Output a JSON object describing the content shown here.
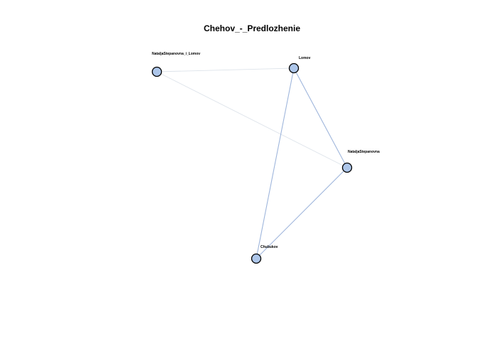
{
  "title": "Chehov_-_Predlozhenie",
  "colors": {
    "node_fill": "#adc6ea",
    "node_stroke": "#000000",
    "edge_light": "#dde3ea",
    "edge_dark": "#9fb6dc",
    "background": "#ffffff"
  },
  "nodes": [
    {
      "id": "natalja_lomov",
      "label": "NataljaStepanovna_i_Lomov"
    },
    {
      "id": "lomov",
      "label": "Lomov"
    },
    {
      "id": "natalja",
      "label": "NataljaStepanovna"
    },
    {
      "id": "chubukov",
      "label": "Chubukov"
    }
  ],
  "edges": [
    {
      "source": "natalja_lomov",
      "target": "lomov",
      "weight": "light"
    },
    {
      "source": "natalja_lomov",
      "target": "natalja",
      "weight": "light"
    },
    {
      "source": "lomov",
      "target": "natalja",
      "weight": "dark"
    },
    {
      "source": "lomov",
      "target": "chubukov",
      "weight": "dark"
    },
    {
      "source": "natalja",
      "target": "chubukov",
      "weight": "dark"
    }
  ]
}
